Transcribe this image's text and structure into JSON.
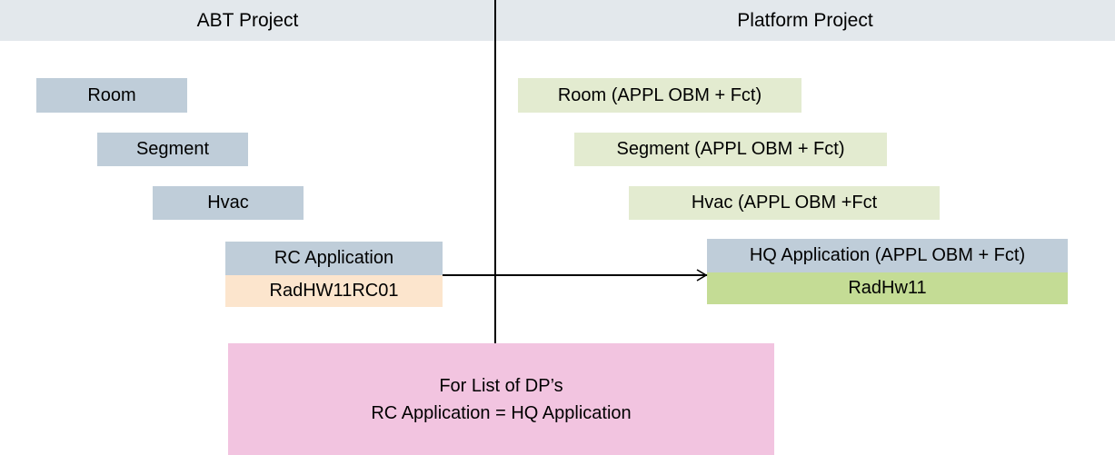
{
  "headers": {
    "left": "ABT Project",
    "right": "Platform Project"
  },
  "abt_project": {
    "nodes": [
      {
        "label": "Room",
        "color": "#bfcdd9"
      },
      {
        "label": "Segment",
        "color": "#bfcdd9"
      },
      {
        "label": "Hvac",
        "color": "#bfcdd9"
      },
      {
        "label": "RC Application",
        "color": "#bfcdd9"
      },
      {
        "label": "RadHW11RC01",
        "color": "#fce5cd"
      }
    ]
  },
  "platform_project": {
    "nodes": [
      {
        "label": "Room (APPL OBM + Fct)",
        "color": "#e3ebd0"
      },
      {
        "label": "Segment (APPL OBM + Fct)",
        "color": "#e3ebd0"
      },
      {
        "label": "Hvac (APPL OBM +Fct",
        "color": "#e3ebd0"
      },
      {
        "label": "HQ Application  (APPL OBM + Fct)",
        "color": "#bfcdd9"
      },
      {
        "label": "RadHw11",
        "color": "#c4dc95"
      }
    ]
  },
  "connector": {
    "name": "mapping-arrow",
    "from": "RadHW11RC01",
    "to": "RadHw11",
    "color": "#000000"
  },
  "note": {
    "line1": "For List of DP’s",
    "line2": "RC Application = HQ Application",
    "color": "#f2c4e0"
  },
  "colors": {
    "header_band": "#e3e8ec",
    "blue": "#bfcdd9",
    "green_light": "#e3ebd0",
    "green_olive": "#c4dc95",
    "orange": "#fce5cd",
    "pink": "#f2c4e0",
    "line": "#000000",
    "background": "#ffffff"
  }
}
